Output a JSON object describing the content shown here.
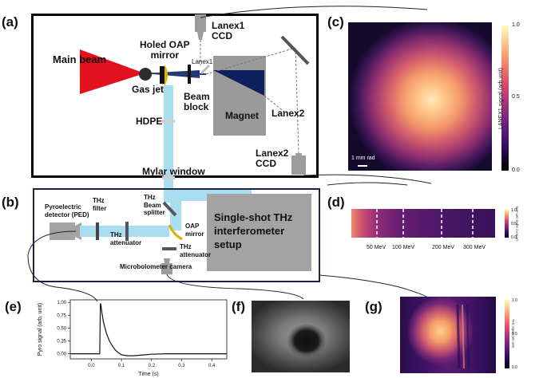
{
  "panels": {
    "a": {
      "label": "(a)",
      "main_beam": "Main beam",
      "holed_oap": "Holed OAP\nmirror",
      "lanex1_ccd": "Lanex1\nCCD",
      "lanex1_small": "Lanex1",
      "gas_jet": "Gas jet",
      "beam_block": "Beam\nblock",
      "hdpe": "HDPE",
      "magnet": "Magnet",
      "lanex2": "Lanex2",
      "lanex2_ccd": "Lanex2\nCCD",
      "mylar_window": "Mylar window"
    },
    "b": {
      "label": "(b)",
      "ped": "Pyroelectric\ndetector (PED)",
      "thz_filter": "THz\nfilter",
      "thz_attenuator_1": "THz\nattenuator",
      "thz_beam_splitter": "THz\nBeam\nsplitter",
      "oap_mirror": "OAP\nmirror",
      "thz_attenuator_2": "THz\nattenuator",
      "microbolometer": "Microbolometer\ncamera",
      "interferometer": "Single-shot THz\ninterferometer\nsetup"
    },
    "c": {
      "label": "(c)",
      "scale_bar": "1 mm rad",
      "colorbar_label": "LANEX1 signal (arb.unit)",
      "colorbar_ticks": [
        "1.0",
        "0.5",
        "0.0"
      ]
    },
    "d": {
      "label": "(d)",
      "energy_ticks": [
        "50 MeV",
        "100 MeV",
        "200 MeV",
        "300 MeV"
      ],
      "colorbar_label": "LANEX2 signal (arb.unit)",
      "colorbar_ticks": [
        "1.0",
        "0.5",
        "0.0"
      ]
    },
    "e": {
      "label": "(e)"
    },
    "f": {
      "label": "(f)"
    },
    "g": {
      "label": "(g)",
      "colorbar_ticks": [
        "1.0",
        "0.5",
        "0.0"
      ],
      "colorbar_label": "THz signal (arb.unit)"
    }
  },
  "colors": {
    "beam_red": "#e3101e",
    "thz_blue": "#a8def0",
    "magnet_grey": "#9a9a9a",
    "magnet_navy": "#0e1f5e",
    "box_border": "#000000",
    "box_b_border": "#1a2440",
    "interferometer_grey": "#a3a3a3"
  },
  "chart_data": {
    "type": "line",
    "title": "",
    "xlabel": "Time (s)",
    "ylabel": "Pyro signal (arb. unit)",
    "xlim": [
      -0.07,
      0.45
    ],
    "ylim": [
      -0.1,
      1.05
    ],
    "xticks": [
      "0.0",
      "0.1",
      "0.2",
      "0.3",
      "0.4"
    ],
    "yticks": [
      "0.00",
      "0.25",
      "0.50",
      "0.75",
      "1.00"
    ],
    "x": [
      -0.07,
      -0.05,
      -0.03,
      -0.01,
      0.0,
      0.01,
      0.02,
      0.028,
      0.03,
      0.032,
      0.035,
      0.04,
      0.05,
      0.06,
      0.07,
      0.08,
      0.09,
      0.1,
      0.12,
      0.14,
      0.16,
      0.18,
      0.2,
      0.25,
      0.3,
      0.35,
      0.4,
      0.45
    ],
    "y": [
      0.0,
      0.0,
      0.0,
      0.0,
      0.0,
      0.0,
      0.0,
      0.0,
      0.98,
      0.95,
      0.8,
      0.62,
      0.4,
      0.25,
      0.15,
      0.07,
      0.02,
      -0.02,
      -0.04,
      -0.04,
      -0.03,
      -0.02,
      -0.01,
      0.0,
      0.0,
      0.0,
      0.0,
      0.0
    ],
    "grid": false
  }
}
